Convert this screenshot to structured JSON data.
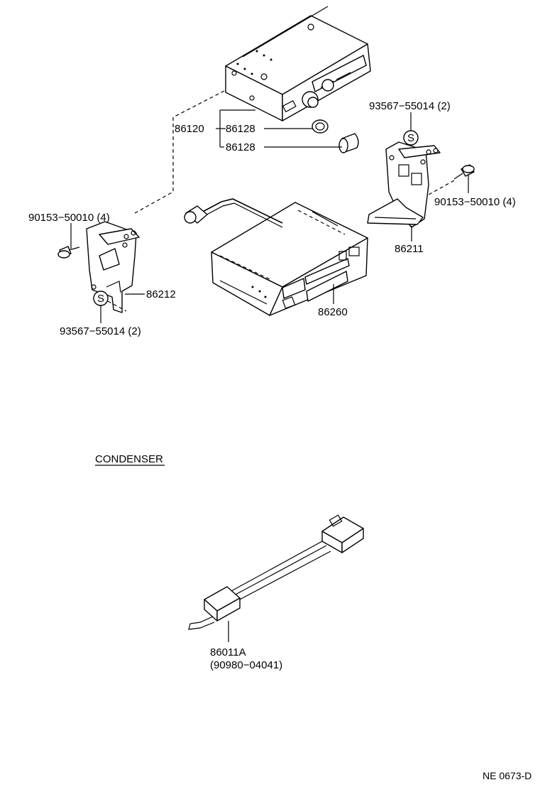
{
  "labels": {
    "p86120": "86120",
    "p86128a": "86128",
    "p86128b": "86128",
    "p93567_left": "93567−55014 (2)",
    "p93567_right": "93567−55014 (2)",
    "p90153_left": "90153−50010 (4)",
    "p90153_right": "90153−50010 (4)",
    "p86211": "86211",
    "p86212": "86212",
    "p86260": "86260",
    "condenser_heading": "CONDENSER",
    "p86011A": "86011A",
    "p90980": "(90980−04041)",
    "washer_mark": "S",
    "diagram_code": "NE 0673-D"
  }
}
